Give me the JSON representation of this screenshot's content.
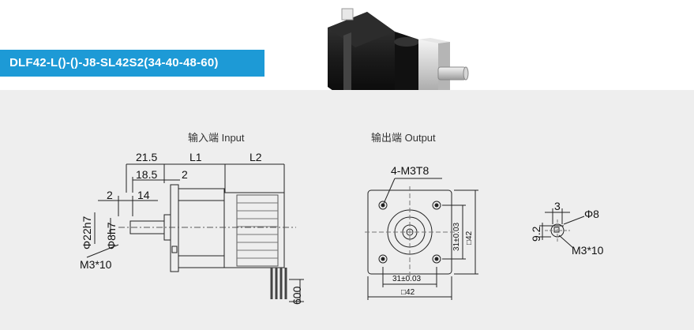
{
  "title": "DLF42-L()-()-J8-SL42S2(34-40-48-60)",
  "views": {
    "input_label": "输入端 Input",
    "output_label": "输出端 Output"
  },
  "side_view": {
    "dim_21_5": "21.5",
    "dim_18_5": "18.5",
    "dim_2_a": "2",
    "dim_2_b": "2",
    "dim_14": "14",
    "dim_L1": "L1",
    "dim_L2": "L2",
    "dim_phi22h7": "Φ22h7",
    "dim_phi8h7": "Φ8h7",
    "dim_m3x10": "M3*10",
    "dim_600": "600"
  },
  "front_view": {
    "hole_note": "4-M3T8",
    "dim_31_h": "31±0.03",
    "dim_42_h": "□42",
    "dim_31_v": "31±0.03",
    "dim_42_v": "□42"
  },
  "shaft_detail": {
    "dim_3": "3",
    "dim_phi8": "Φ8",
    "dim_9_2": "9.2",
    "dim_m3x10": "M3*10"
  },
  "colors": {
    "banner": "#1d9ad6",
    "drawing_bg": "#eeeeee"
  }
}
